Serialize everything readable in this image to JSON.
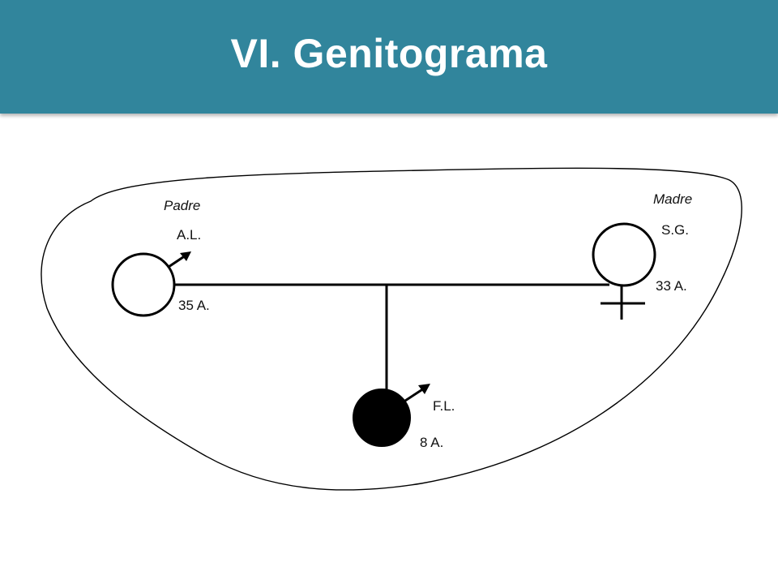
{
  "slide": {
    "title": "VI. Genitograma",
    "colors": {
      "header": "#31859c",
      "title_text": "#ffffff",
      "ink": "#000000"
    }
  },
  "diagram": {
    "father": {
      "role": "Padre",
      "initials": "A.L.",
      "age": "35 A.",
      "symbol": "male-symbol"
    },
    "mother": {
      "role": "Madre",
      "initials": "S.G.",
      "age": "33 A.",
      "symbol": "female-symbol"
    },
    "child": {
      "initials": "F.L.",
      "age": "8 A.",
      "symbol": "male-symbol",
      "affected": true
    }
  }
}
